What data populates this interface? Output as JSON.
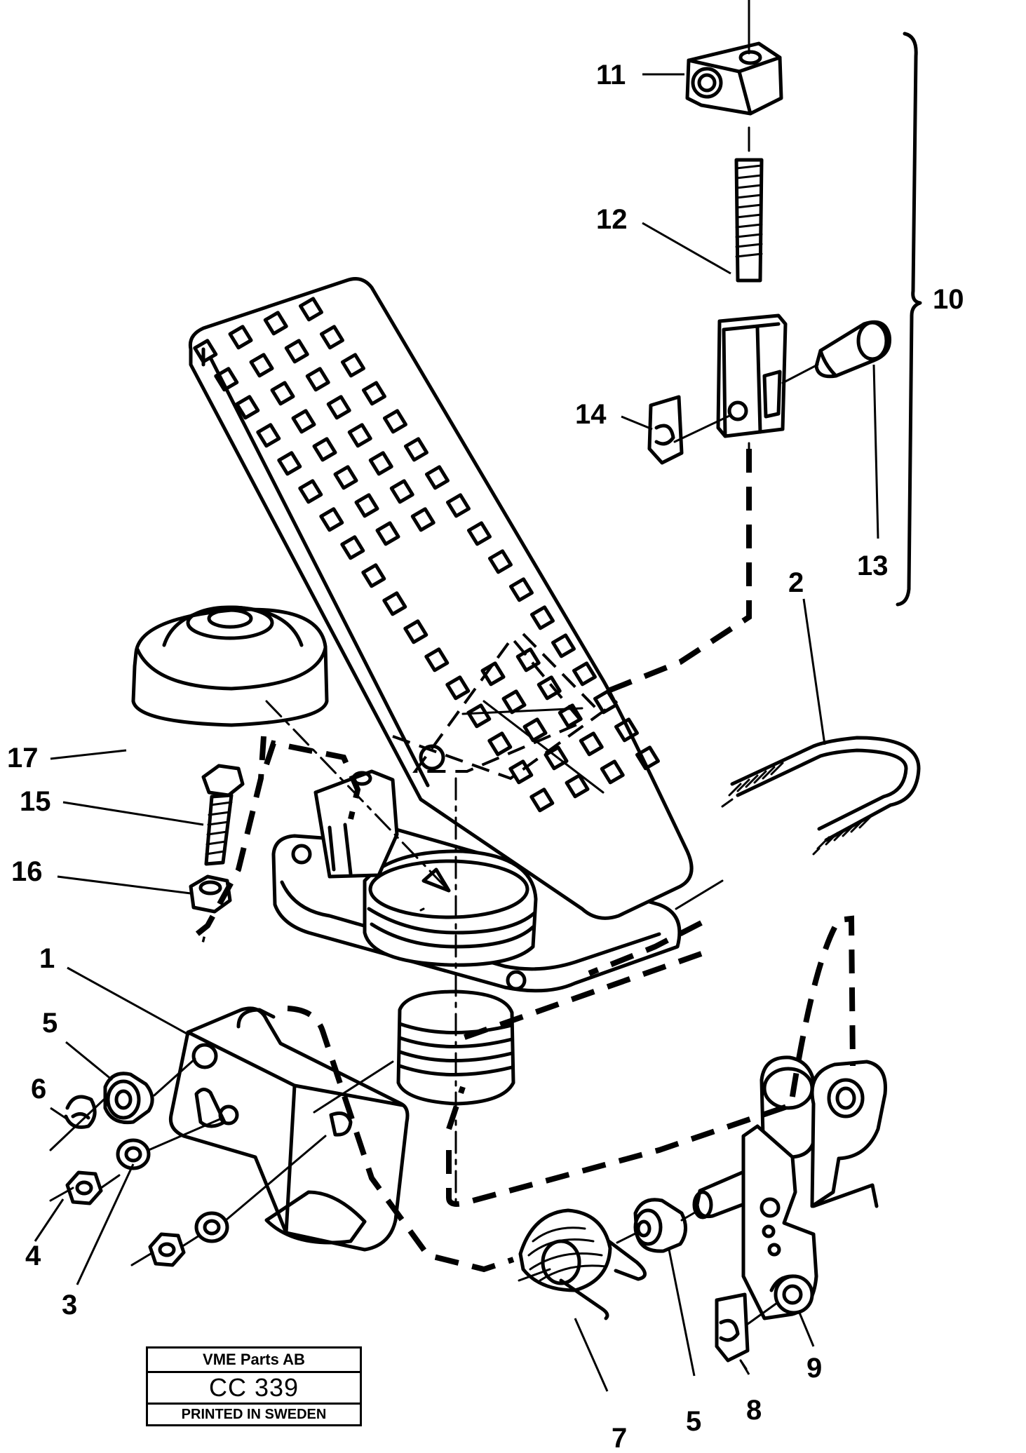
{
  "callouts": [
    {
      "id": "1",
      "label": "1"
    },
    {
      "id": "2",
      "label": "2"
    },
    {
      "id": "3",
      "label": "3"
    },
    {
      "id": "4",
      "label": "4"
    },
    {
      "id": "5a",
      "label": "5"
    },
    {
      "id": "5b",
      "label": "5"
    },
    {
      "id": "6",
      "label": "6"
    },
    {
      "id": "7",
      "label": "7"
    },
    {
      "id": "8",
      "label": "8"
    },
    {
      "id": "9",
      "label": "9"
    },
    {
      "id": "10",
      "label": "10"
    },
    {
      "id": "11",
      "label": "11"
    },
    {
      "id": "12",
      "label": "12"
    },
    {
      "id": "13",
      "label": "13"
    },
    {
      "id": "14",
      "label": "14"
    },
    {
      "id": "15",
      "label": "15"
    },
    {
      "id": "16",
      "label": "16"
    },
    {
      "id": "17",
      "label": "17"
    }
  ],
  "stamp": {
    "company": "VME Parts AB",
    "code": "CC 339",
    "origin": "PRINTED IN SWEDEN"
  }
}
